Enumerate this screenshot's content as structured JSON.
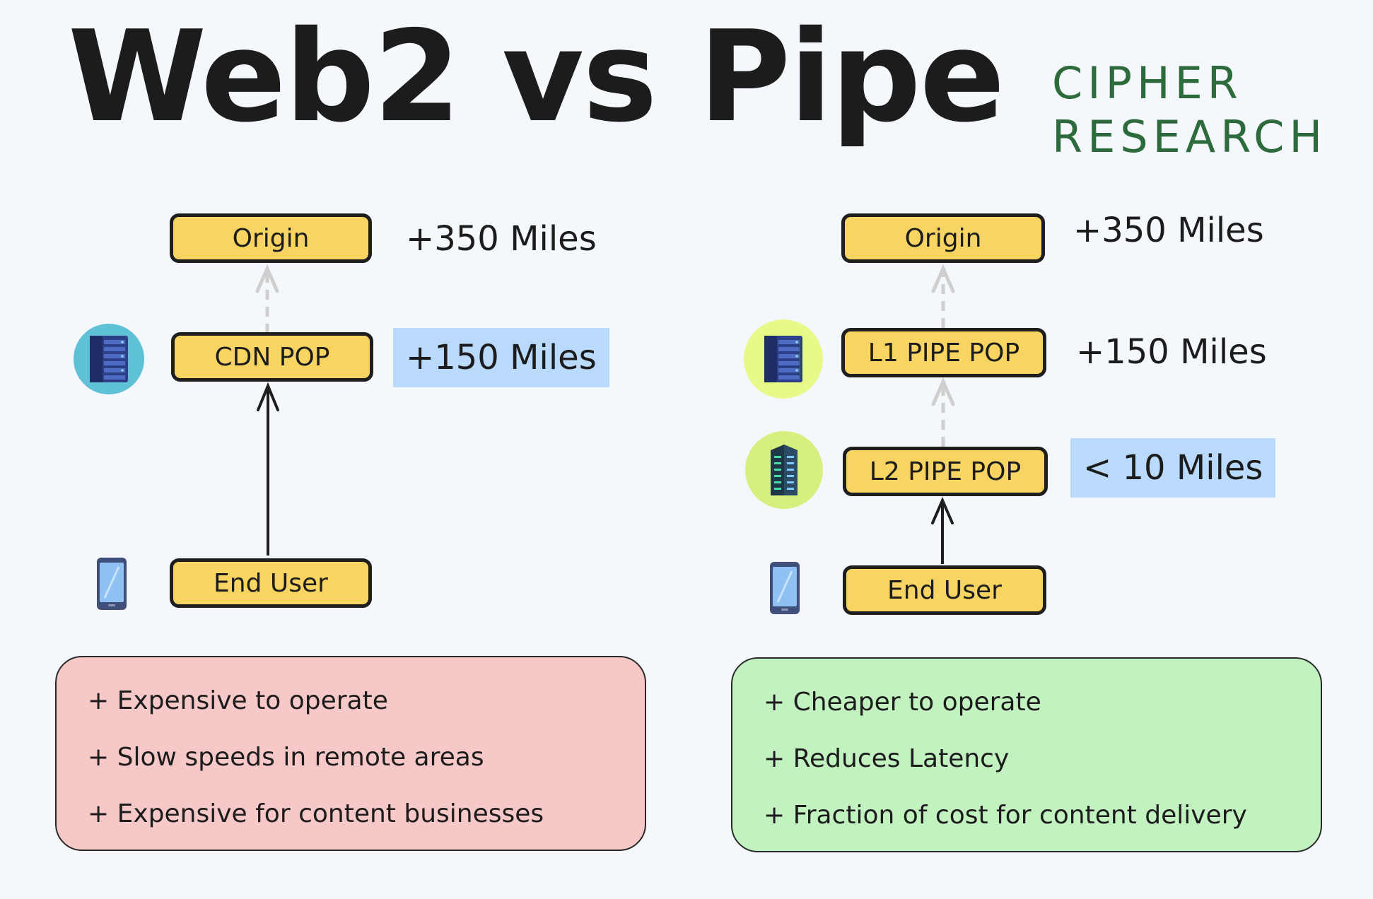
{
  "header": {
    "title": "Web2 vs Pipe",
    "brand_line1": "CIPHER",
    "brand_line2": "RESEARCH"
  },
  "web2": {
    "origin_label": "Origin",
    "origin_distance": "+350 Miles",
    "cdn_label": "CDN POP",
    "cdn_distance": "+150 Miles",
    "end_user_label": "End User",
    "points": [
      "+ Expensive to operate",
      "+ Slow speeds in remote areas",
      "+ Expensive for content businesses"
    ]
  },
  "pipe": {
    "origin_label": "Origin",
    "origin_distance": "+350 Miles",
    "l1_label": "L1 PIPE POP",
    "l1_distance": "+150 Miles",
    "l2_label": "L2 PIPE POP",
    "l2_distance": "< 10 Miles",
    "end_user_label": "End User",
    "points": [
      "+ Cheaper to operate",
      "+ Reduces Latency",
      "+ Fraction of cost for content delivery"
    ]
  },
  "colors": {
    "node_fill": "#f8d562",
    "highlight": "#b9dafa",
    "brand": "#2e6b3c",
    "cons_panel": "#f6c8c8",
    "pros_panel": "#c3f2c1",
    "cdn_icon_bg": "#5ec1d6",
    "pipe_icon_bg": "#e8f98a"
  },
  "icons": {
    "cdn": "server-rack-icon",
    "l1": "server-rack-icon",
    "l2": "server-tower-icon",
    "end_user": "smartphone-icon"
  }
}
